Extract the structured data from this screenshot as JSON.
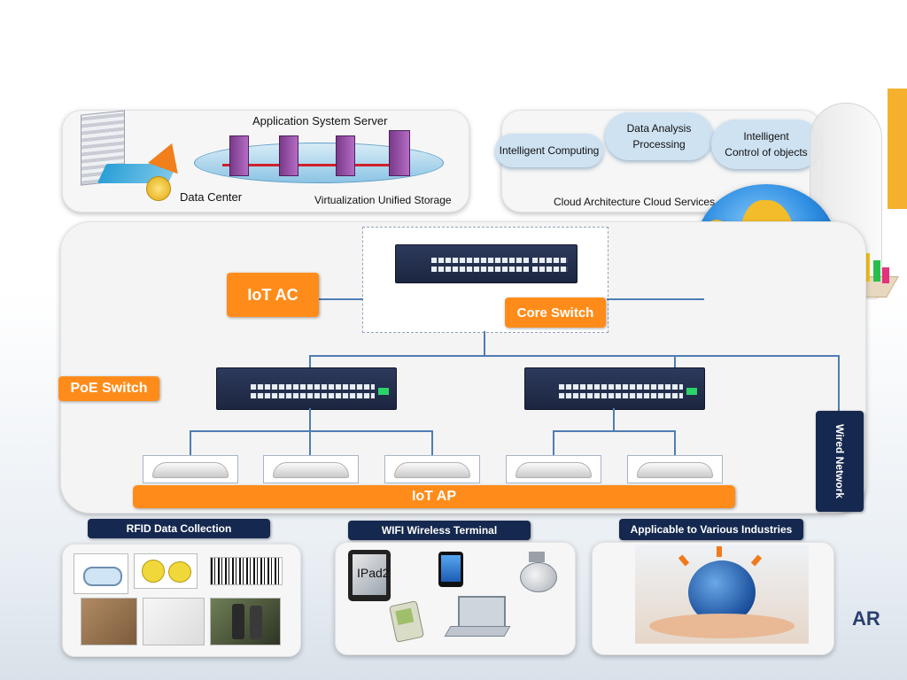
{
  "top_left": {
    "title": "Application System Server",
    "data_center": "Data Center",
    "storage": "Virtualization Unified Storage"
  },
  "cloud": {
    "computing": "Intelligent Computing",
    "analysis_line1": "Data Analysis",
    "analysis_line2": "Processing",
    "control_line1": "Intelligent",
    "control_line2": "Control of objects",
    "caption": "Cloud Architecture Cloud Services"
  },
  "network": {
    "iot_ac": "IoT AC",
    "core_switch": "Core Switch",
    "poe_switch": "PoE Switch",
    "iot_ap": "IoT AP",
    "wired_network": "Wired Network"
  },
  "bottom": {
    "rfid": "RFID Data Collection",
    "wifi": "WIFI Wireless Terminal",
    "industries": "Applicable to Various Industries",
    "ipad_label": "IPad2",
    "brand_partial": "AR"
  },
  "colors": {
    "orange": "#ff8c1a",
    "navy": "#15284f",
    "link_blue": "#4f7db3",
    "cloud_blue": "#cfe2f2"
  }
}
